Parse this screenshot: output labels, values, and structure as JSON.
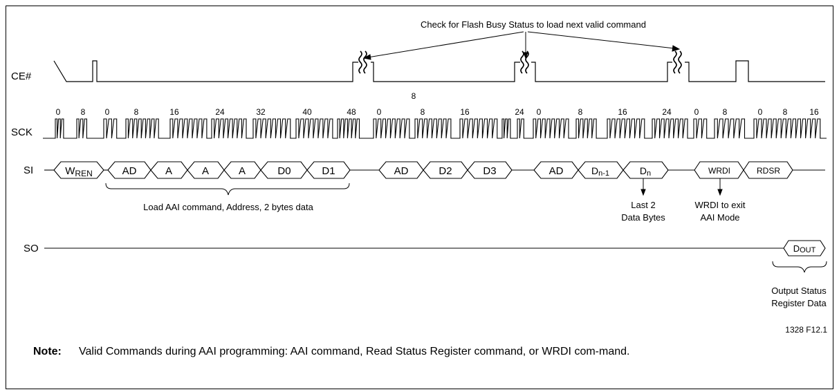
{
  "signals": {
    "ce": "CE#",
    "sck": "SCK",
    "si": "SI",
    "so": "SO"
  },
  "header_annotation": "Check for Flash Busy Status to load next valid command",
  "ce_label_8": "8",
  "sck_counts": [
    "0",
    "8",
    "0",
    "8",
    "16",
    "24",
    "32",
    "40",
    "48",
    "0",
    "8",
    "16",
    "24",
    "0",
    "8",
    "16",
    "24",
    "0",
    "8",
    "0",
    "8",
    "16"
  ],
  "si_bytes": {
    "wren_main": "W",
    "wren_sub": "REN",
    "ad1": "AD",
    "a1": "A",
    "a2": "A",
    "a3": "A",
    "d0": "D0",
    "d1": "D1",
    "ad2": "AD",
    "d2": "D2",
    "d3": "D3",
    "ad3": "AD",
    "dn1_main": "D",
    "dn1_sub": "n-1",
    "dn_main": "D",
    "dn_sub": "n",
    "wrdi": "WRDI",
    "rdsr": "RDSR"
  },
  "so_bytes": {
    "dout_main": "D",
    "dout_sub": "OUT"
  },
  "annotations": {
    "load_aai": "Load AAI command, Address, 2 bytes data",
    "last2_line1": "Last 2",
    "last2_line2": "Data Bytes",
    "wrdi_line1": "WRDI to exit",
    "wrdi_line2": "AAI Mode",
    "out_line1": "Output Status",
    "out_line2": "Register Data"
  },
  "figure_id": "1328 F12.1",
  "note": {
    "label": "Note:",
    "text": "Valid Commands during AAI programming: AAI command, Read Status Register command, or WRDI com-mand."
  }
}
